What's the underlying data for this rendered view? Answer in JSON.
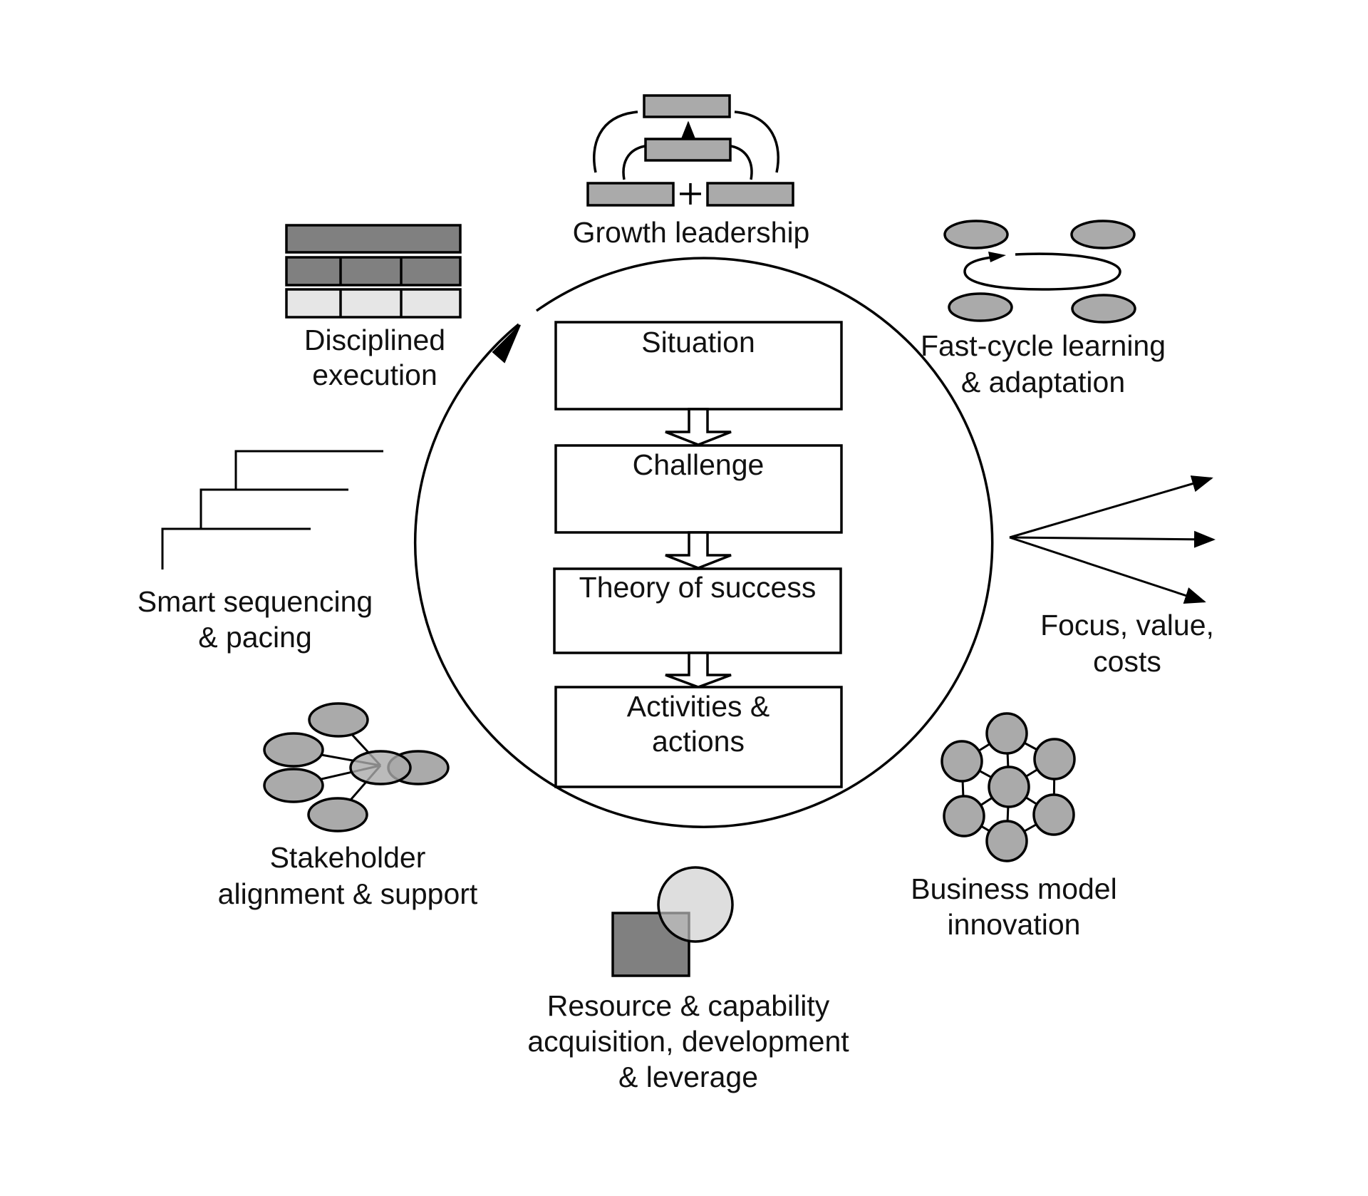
{
  "center_steps": [
    {
      "label": "Situation"
    },
    {
      "label": "Challenge"
    },
    {
      "label": "Theory of success"
    },
    {
      "label_lines": [
        "Activities &",
        "actions"
      ]
    }
  ],
  "elements": {
    "growth_leadership": {
      "label": "Growth leadership",
      "icon": "org-chart-icon"
    },
    "fast_cycle": {
      "lines": [
        "Fast-cycle learning",
        "& adaptation"
      ],
      "icon": "learning-cycle-icon"
    },
    "focus": {
      "lines": [
        "Focus, value,",
        "costs"
      ],
      "icon": "diverging-arrows-icon"
    },
    "business_model": {
      "lines": [
        "Business model",
        "innovation"
      ],
      "icon": "network-hexagon-icon"
    },
    "resource": {
      "lines": [
        "Resource & capability",
        "acquisition, development",
        "& leverage"
      ],
      "icon": "overlapping-square-circle-icon"
    },
    "stakeholder": {
      "lines": [
        "Stakeholder",
        "alignment & support"
      ],
      "icon": "stakeholder-cluster-icon"
    },
    "sequencing": {
      "lines": [
        "Smart sequencing",
        "& pacing"
      ],
      "icon": "staircase-icon"
    },
    "execution": {
      "lines": [
        "Disciplined",
        "execution"
      ],
      "icon": "table-grid-icon"
    }
  },
  "colors": {
    "dark_gray": "#808080",
    "mid_gray": "#aaaaaa",
    "light_gray": "#e6e6e6"
  }
}
